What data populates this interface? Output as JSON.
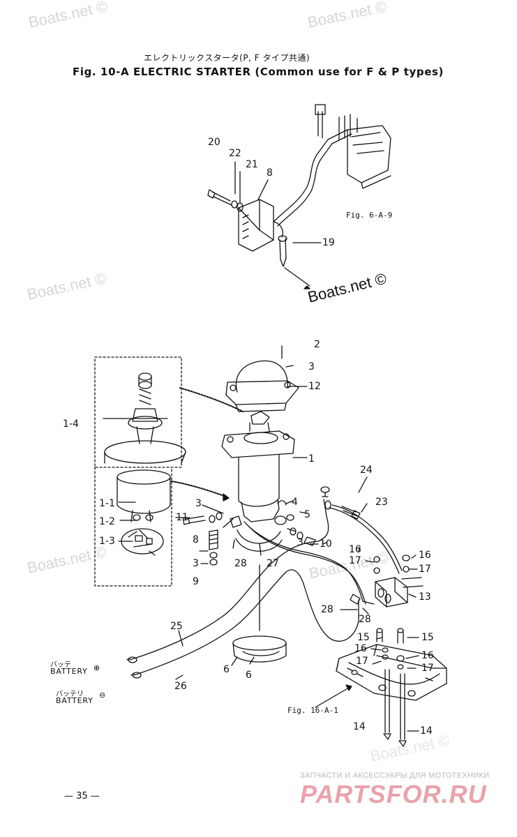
{
  "header": {
    "jp_title": "エレクトリックスタータ(P, F タイプ共通)",
    "en_title": "Fig. 10-A   ELECTRIC STARTER  (Common use for F & P types)"
  },
  "watermarks": [
    "Boats.net ©",
    "Boats.net ©",
    "Boats.net ©",
    "Boats.net ©",
    "Boats.net ©",
    "Boats.net ©"
  ],
  "featured_watermark": "Boats.net ©",
  "references": {
    "fig_6a9": "Fig. 6-A-9",
    "fig_16a1": "Fig. 16-A-1"
  },
  "battery": {
    "top_jp": "バッテ",
    "top_en": "BATTERY",
    "top_sign": "⊕",
    "bottom_jp": "バッテリ",
    "bottom_en": "BATTERY",
    "bottom_sign": "⊖"
  },
  "callouts": {
    "c20": "20",
    "c22": "22",
    "c21": "21",
    "c8a": "8",
    "c19": "19",
    "c2": "2",
    "c3a": "3",
    "c12": "12",
    "c14a": "1-4",
    "c1": "1",
    "c11": "1-1",
    "c12b": "1-2",
    "c13b": "1-3",
    "c3b": "3",
    "c11b": "11",
    "c8b": "8",
    "c3c": "3",
    "c9": "9",
    "c4": "4",
    "c5": "5",
    "c3d": "3",
    "c10": "10",
    "c28a": "28",
    "c27": "27",
    "c24": "24",
    "c23": "23",
    "c16a": "16",
    "c17a": "17",
    "c16b": "16",
    "c17b": "17",
    "c13": "13",
    "c28b": "28",
    "c28c": "28",
    "c15a": "15",
    "c15b": "15",
    "c16c": "16",
    "c16d": "16",
    "c17c": "17",
    "c17d": "17",
    "c25": "25",
    "c26": "26",
    "c6a": "6",
    "c6b": "6",
    "c14b": "14",
    "c14c": "14"
  },
  "page_number": "— 35 —",
  "brand": {
    "tagline": "ЗАПЧАСТИ И АКСЕССУАРЫ ДЛЯ МОТОТЕХНИКИ",
    "logo": "PARTSFOR.RU"
  }
}
